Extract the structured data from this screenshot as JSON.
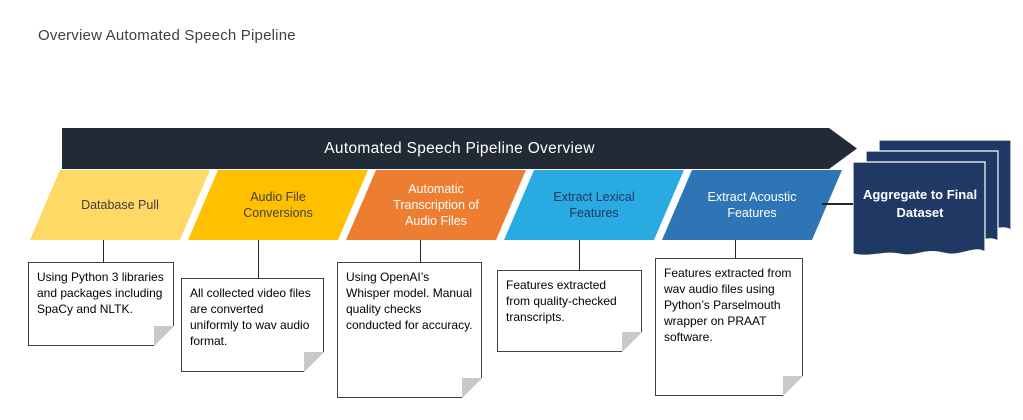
{
  "page": {
    "title": "Overview Automated Speech Pipeline"
  },
  "banner": {
    "label": "Automated Speech Pipeline Overview",
    "bg": "#222A35",
    "text_color": "#FFFFFF"
  },
  "stages": [
    {
      "label": "Database Pull",
      "bg": "#FFD966",
      "text_color": "#404040",
      "note": "Using Python 3 libraries and packages including SpaCy and NLTK."
    },
    {
      "label": "Audio File Conversions",
      "bg": "#FFC000",
      "text_color": "#404040",
      "note": "All collected video files are converted uniformly to wav audio format."
    },
    {
      "label": "Automatic Transcription of Audio Files",
      "bg": "#ED7D31",
      "text_color": "#FFFFFF",
      "note": "Using OpenAI’s Whisper model. Manual quality checks conducted for accuracy."
    },
    {
      "label": "Extract Lexical Features",
      "bg": "#29ABE2",
      "text_color": "#1F3864",
      "note": "Features extracted from quality-checked transcripts."
    },
    {
      "label": "Extract Acoustic Features",
      "bg": "#2E75B6",
      "text_color": "#FFFFFF",
      "note": "Features extracted from wav audio files using Python’s Parselmouth wrapper on PRAAT software."
    }
  ],
  "aggregate": {
    "label": "Aggregate to Final Dataset",
    "bg": "#203864",
    "text_color": "#FFFFFF"
  }
}
